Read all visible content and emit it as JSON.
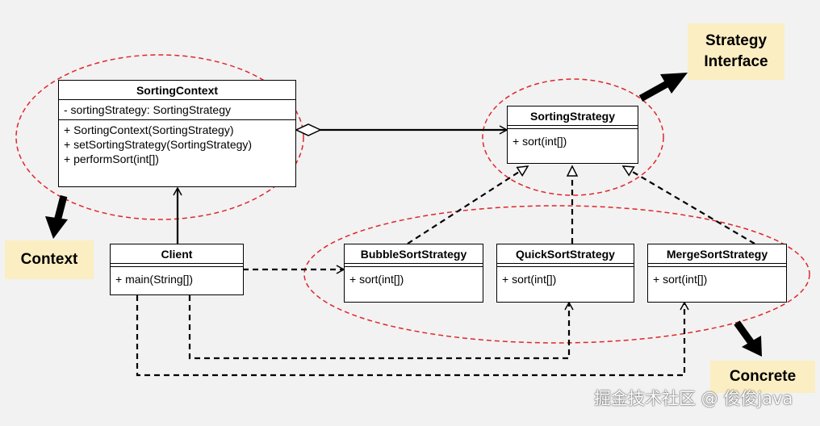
{
  "classes": {
    "sorting_context": {
      "name": "SortingContext",
      "attributes": [
        "- sortingStrategy: SortingStrategy"
      ],
      "methods": [
        "+ SortingContext(SortingStrategy)",
        "+ setSortingStrategy(SortingStrategy)",
        "+ performSort(int[])"
      ]
    },
    "sorting_strategy": {
      "name": "SortingStrategy",
      "methods": [
        "+ sort(int[])"
      ]
    },
    "client": {
      "name": "Client",
      "methods": [
        "+ main(String[])"
      ]
    },
    "bubble": {
      "name": "BubbleSortStrategy",
      "methods": [
        "+ sort(int[])"
      ]
    },
    "quick": {
      "name": "QuickSortStrategy",
      "methods": [
        "+ sort(int[])"
      ]
    },
    "merge": {
      "name": "MergeSortStrategy",
      "methods": [
        "+ sort(int[])"
      ]
    }
  },
  "callouts": {
    "strategy_interface": "Strategy Interface",
    "context": "Context",
    "concrete": "Concrete"
  },
  "watermark": "掘金技术社区 @ 俊俊java",
  "colors": {
    "background": "#f2f2f2",
    "highlight_ellipse": "#e0262b",
    "callout_bg": "#fbeec2"
  }
}
